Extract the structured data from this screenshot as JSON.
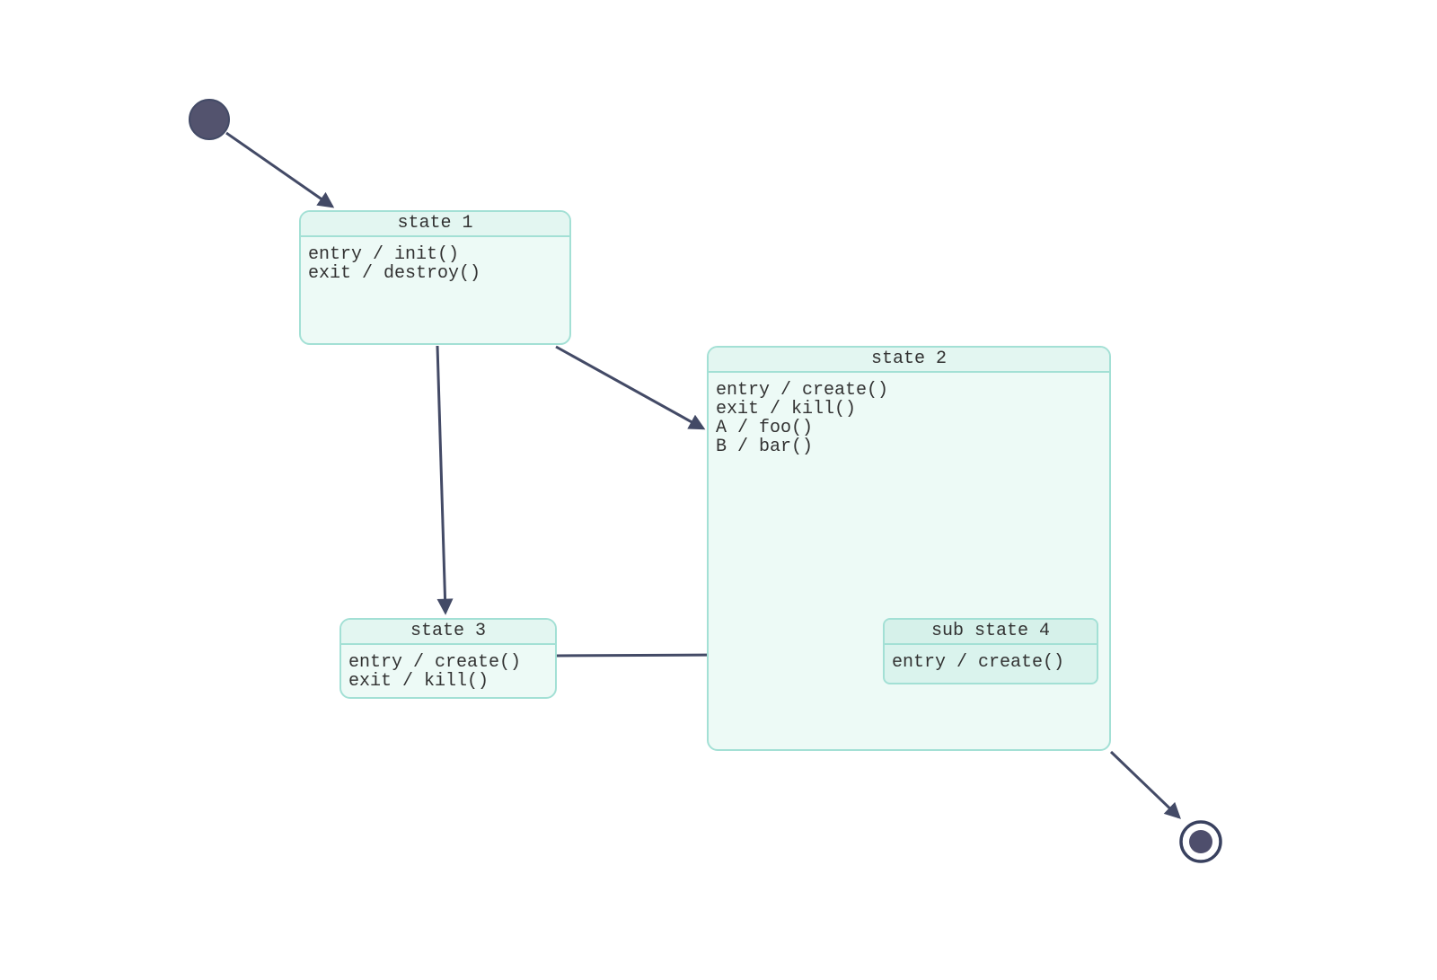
{
  "diagram_type": "uml-state-diagram",
  "colors": {
    "background": "#ffffff",
    "stateBorder": "#a3e0d5",
    "stateHeaderFill": "#e3f6f1",
    "stateBodyFill": "#edfaf6",
    "subHeaderFill": "#d6f1ea",
    "subBodyFill": "#daf3ed",
    "arrow": "#434a66",
    "initialFill": "#53536e",
    "finalRing": "#39415f",
    "finalFill": "#4e4e6c",
    "text": "#323232"
  },
  "states": {
    "state1": {
      "title": "state 1",
      "actions": [
        "entry / init()",
        "exit / destroy()"
      ]
    },
    "state2": {
      "title": "state 2",
      "actions": [
        "entry / create()",
        "exit / kill()",
        "A / foo()",
        "B / bar()"
      ]
    },
    "state3": {
      "title": "state 3",
      "actions": [
        "entry / create()",
        "exit / kill()"
      ]
    },
    "substate4": {
      "title": "sub state 4",
      "actions": [
        "entry / create()"
      ],
      "parent": "state 2"
    }
  },
  "markers": {
    "initial": "initial-state-dot",
    "final": "final-state-bullseye"
  },
  "transitions": [
    {
      "from": "initial",
      "to": "state 1"
    },
    {
      "from": "state 1",
      "to": "state 2"
    },
    {
      "from": "state 1",
      "to": "state 3"
    },
    {
      "from": "state 3",
      "to": "sub state 4"
    },
    {
      "from": "state 2",
      "to": "final"
    }
  ]
}
